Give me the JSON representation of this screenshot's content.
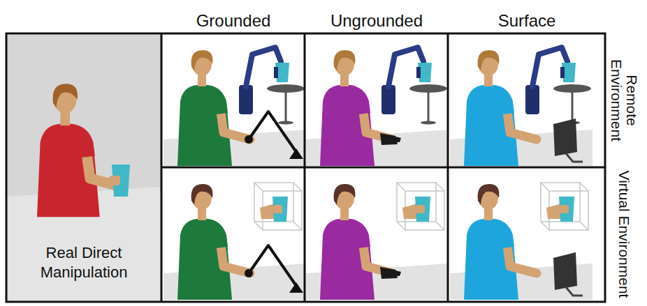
{
  "diagram": {
    "nodes": [
      {
        "text": [
          "Real Direct Manipulation"
        ]
      }
    ],
    "labels": [
      "Grounded",
      "Ungrounded",
      "Surface",
      "Remote Environment",
      "Virtual Environment"
    ]
  }
}
